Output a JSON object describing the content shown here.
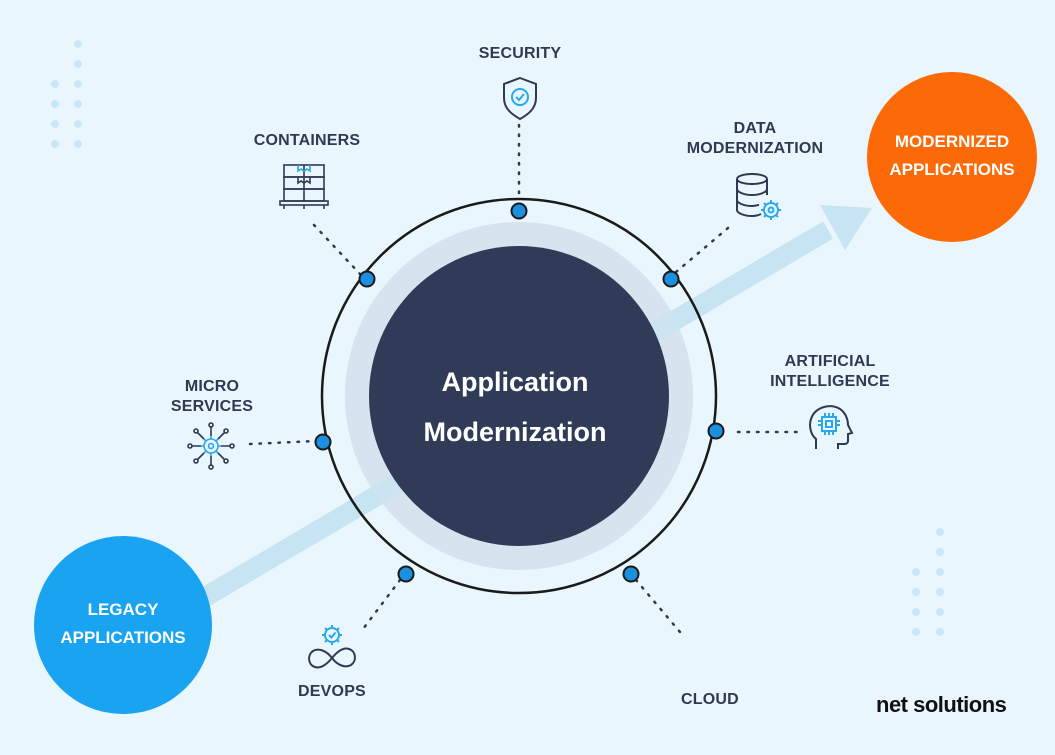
{
  "center": {
    "line1": "Application",
    "line2": "Modernization"
  },
  "legacy": {
    "line1": "LEGACY",
    "line2": "APPLICATIONS"
  },
  "modernized": {
    "line1": "MODERNIZED",
    "line2": "APPLICATIONS"
  },
  "items": {
    "security": "SECURITY",
    "containers": "CONTAINERS",
    "data_line1": "DATA",
    "data_line2": "MODERNIZATION",
    "ai_line1": "ARTIFICIAL",
    "ai_line2": "INTELLIGENCE",
    "micro_line1": "MICRO",
    "micro_line2": "SERVICES",
    "devops": "DEVOPS",
    "cloud": "CLOUD"
  },
  "logo": "net solutions",
  "colors": {
    "background": "#eaf6fd",
    "navy": "#2f3b57",
    "blue": "#1aa3f0",
    "orange": "#fb6a07",
    "arrow": "#c6e4f1",
    "node": "#1b8fe0",
    "icon": "#2d3a52",
    "icon_accent": "#2aa8ec"
  },
  "icons": [
    "shield-check-icon",
    "boxes-pallet-icon",
    "database-gear-icon",
    "head-chip-icon",
    "network-gear-icon",
    "infinity-gear-icon"
  ]
}
